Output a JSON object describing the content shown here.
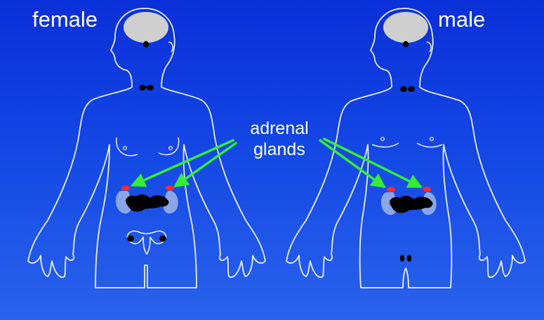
{
  "labels": {
    "female": "female",
    "male": "male",
    "adrenal_line1": "adrenal",
    "adrenal_line2": "glands"
  },
  "colors": {
    "background_top": "#0a2fd8",
    "background_bottom": "#2a63ec",
    "outline": "#e8eeff",
    "brain": "#cfcfcf",
    "gland": "#000000",
    "kidney": "#8aa6e6",
    "adrenal_gland": "#ff2a2a",
    "arrow": "#33ee33",
    "text": "#ffffff"
  },
  "figures": [
    {
      "sex": "female",
      "name": "female-body-outline"
    },
    {
      "sex": "male",
      "name": "male-body-outline"
    }
  ]
}
